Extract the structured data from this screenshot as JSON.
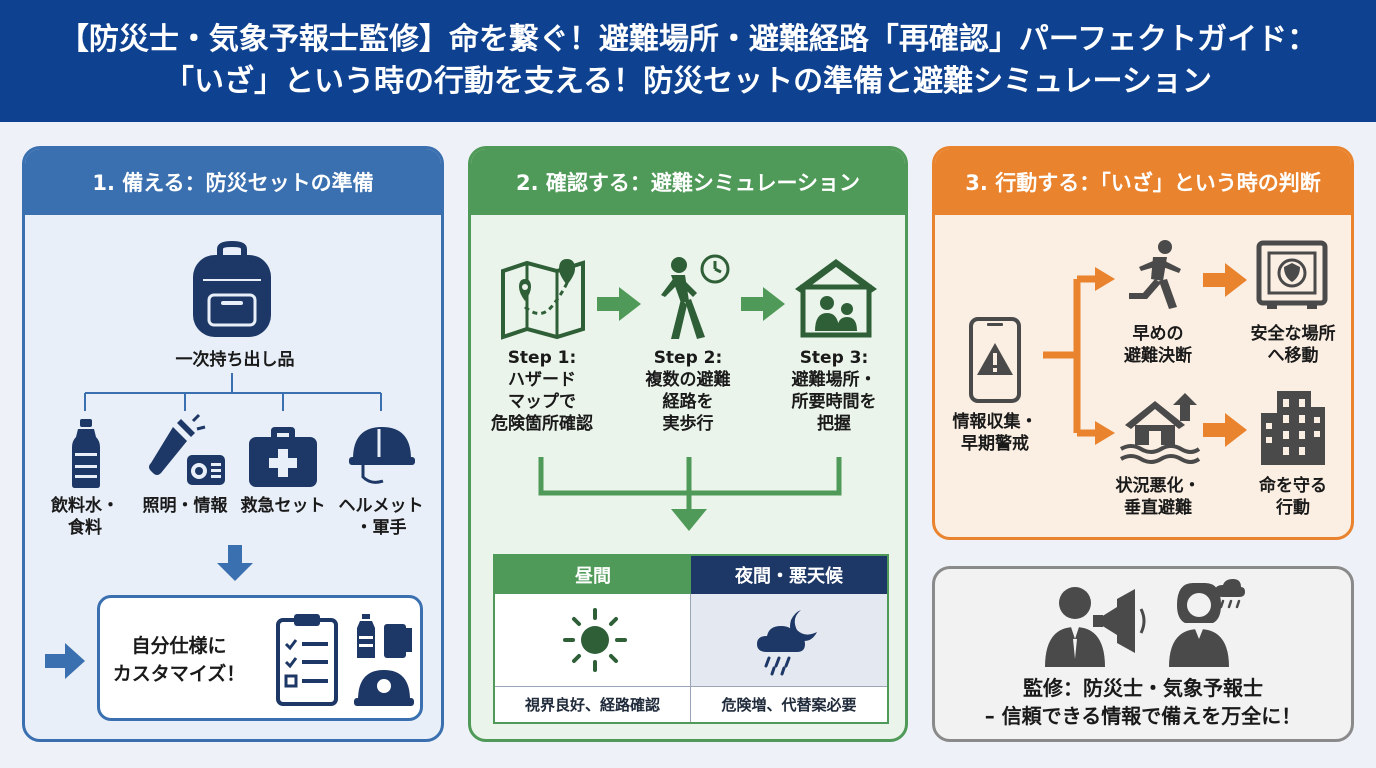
{
  "header": {
    "line1": "【防災士・気象予報士監修】命を繋ぐ！避難場所・避難経路「再確認」パーフェクトガイド：",
    "line2": "「いざ」という時の行動を支える！防災セットの準備と避難シミュレーション"
  },
  "colors": {
    "header_bg": "#0e4190",
    "prepare": "#3a70b0",
    "confirm": "#4f9a58",
    "act": "#e9832e",
    "supervise": "#8a8a8a",
    "night": "#1d3766"
  },
  "prepare": {
    "title": "1. 備える：防災セットの準備",
    "backpack_label": "一次持ち出し品",
    "items": [
      {
        "label": "飲料水・\n食料",
        "icon": "water-bottle-icon"
      },
      {
        "label": "照明・情報",
        "icon": "flashlight-radio-icon"
      },
      {
        "label": "救急セット",
        "icon": "first-aid-kit-icon"
      },
      {
        "label": "ヘルメット\n・軍手",
        "icon": "helmet-icon"
      }
    ],
    "custom_label": "自分仕様に\nカスタマイズ！"
  },
  "confirm": {
    "title": "2. 確認する：避難シミュレーション",
    "steps": [
      {
        "label": "Step 1:\nハザード\nマップで\n危険箇所確認",
        "icon": "hazard-map-icon"
      },
      {
        "label": "Step 2:\n複数の避難\n経路を\n実歩行",
        "icon": "walking-person-clock-icon"
      },
      {
        "label": "Step 3:\n避難場所・\n所要時間を\n把握",
        "icon": "shelter-icon"
      }
    ],
    "day": {
      "header": "昼間",
      "note": "視界良好、経路確認"
    },
    "night": {
      "header": "夜間・悪天候",
      "note": "危険増、代替案必要"
    }
  },
  "act": {
    "title": "3. 行動する：「いざ」という時の判断",
    "source_label": "情報収集・\n早期警戒",
    "early": "早めの\n避難決断",
    "safe_place": "安全な場所\nへ移動",
    "worse": "状況悪化・\n垂直避難",
    "protect": "命を守る\n行動"
  },
  "supervise": {
    "line1": "監修：防災士・気象予報士",
    "line2": "– 信頼できる情報で備えを万全に！"
  }
}
